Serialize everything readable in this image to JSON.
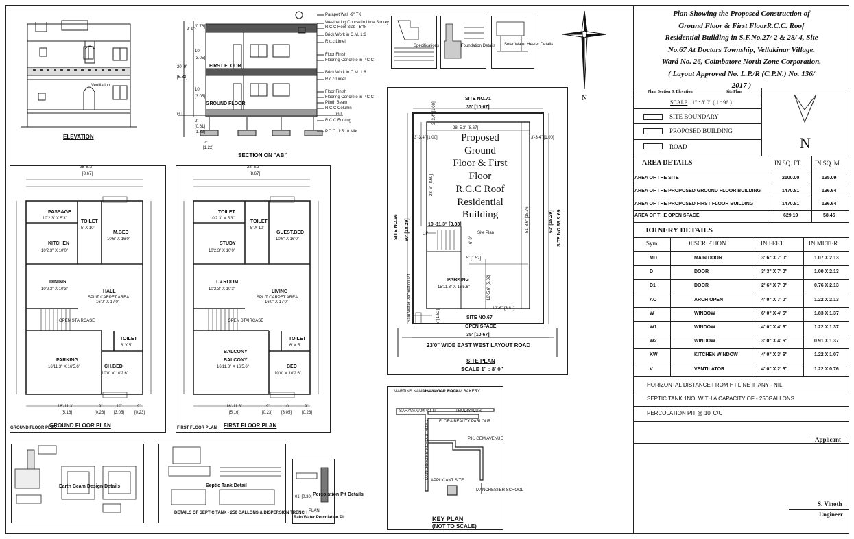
{
  "title": {
    "lines": [
      "Plan Showing the  Proposed Construction  of",
      "Ground Floor & First FloorR.C.C. Roof",
      "Residential Building in  S.F.No.27/ 2 & 28/ 4,   Site",
      "No.67  At Doctors Township,   Vellakinar Village,",
      "Ward No. 26, Coimbatore  North Zone Corporation.",
      "( Layout Approved No. L.P./R (C.P.N.) No. 136/",
      "2017 )"
    ]
  },
  "legend": {
    "header_left": "Plan, Section & Elevation",
    "header_right": "Site Plan",
    "scale": "SCALE",
    "scale_value": "1\" : 8' 0\"   ( 1 : 96 )",
    "items": [
      "SITE BOUNDARY",
      "PROPOSED BUILDING",
      "ROAD"
    ],
    "north": "N"
  },
  "area_details": {
    "title": "AREA DETAILS",
    "col_sqft": "IN SQ. FT.",
    "col_sqm": "IN SQ. M.",
    "rows": [
      {
        "label": "AREA OF THE SITE",
        "sqft": "2100.00",
        "sqm": "195.09"
      },
      {
        "label": "AREA OF THE PROPOSED GROUND FLOOR BUILDING",
        "sqft": "1470.81",
        "sqm": "136.64"
      },
      {
        "label": "AREA OF THE PROPOSED FIRST FLOOR BUILDING",
        "sqft": "1470.81",
        "sqm": "136.64"
      },
      {
        "label": "AREA OF THE OPEN SPACE",
        "sqft": "629.19",
        "sqm": "58.45"
      }
    ]
  },
  "joinery": {
    "title": "JOINERY DETAILS",
    "headers": [
      "Sym.",
      "DESCRIPTION",
      "IN FEET",
      "IN METER"
    ],
    "rows": [
      {
        "sym": "MD",
        "desc": "MAIN DOOR",
        "feet": "3' 6\" X 7' 0\"",
        "meter": "1.07 X 2.13"
      },
      {
        "sym": "D",
        "desc": "DOOR",
        "feet": "3' 3\" X 7' 0\"",
        "meter": "1.00 X 2.13"
      },
      {
        "sym": "D1",
        "desc": "DOOR",
        "feet": "2' 6\" X 7' 0\"",
        "meter": "0.76 X 2.13"
      },
      {
        "sym": "AO",
        "desc": "ARCH OPEN",
        "feet": "4' 0\" X 7' 0\"",
        "meter": "1.22 X 2.13"
      },
      {
        "sym": "W",
        "desc": "WINDOW",
        "feet": "6' 0\" X 4' 6\"",
        "meter": "1.83 X 1.37"
      },
      {
        "sym": "W1",
        "desc": "WINDOW",
        "feet": "4' 0\" X 4' 6\"",
        "meter": "1.22 X 1.37"
      },
      {
        "sym": "W2",
        "desc": "WINDOW",
        "feet": "3' 0\" X 4' 6\"",
        "meter": "0.91 X 1.37"
      },
      {
        "sym": "KW",
        "desc": "KITCHEN WINDOW",
        "feet": "4' 0\" X 3' 6\"",
        "meter": "1.22 X 1.07"
      },
      {
        "sym": "V",
        "desc": "VENTILATOR",
        "feet": "4' 0\" X 2' 6\"",
        "meter": "1.22 X 0.76"
      }
    ]
  },
  "notes": [
    "HORIZONTAL DISTANCE FROM HT.LINE IF ANY  - NIL.",
    "SEPTIC TANK 1NO. WITH A CAPACITY OF - 250GALLONS",
    "PERCOLATION PIT @ 10' C/C"
  ],
  "signatures": {
    "applicant": "Applicant",
    "engineer_name": "S. Vinoth",
    "engineer_role": "Engineer"
  },
  "elevation": {
    "caption": "ELEVATION",
    "label": "Venillation"
  },
  "section": {
    "caption": "SECTION ON \"AB\"",
    "first_floor": "FIRST FLOOR",
    "ground_floor": "GROUND FLOOR",
    "callouts": [
      "Parapet Wall -9\" TK",
      "Weathering Course in Lime Surkey",
      "R.C.C Roof Slab - 5\"tk",
      "Brick Work in C.M. 1:6",
      "R.c.c Lintel",
      "Floor Finish",
      "Flooring Concrete in P.C.C",
      "Brick Work in C.M. 1:6",
      "R.c.c Lintel",
      "Floor Finish",
      "Flooring Concrete in P.C.C",
      "Plinth Beam",
      "R.C.C Column",
      "R.C.C Footing",
      "P.C.C. 1:5:10 Mix"
    ],
    "dims": [
      "2'-9\"",
      "10'",
      "10'",
      "[3.05]",
      "[3.05]",
      "[0.76]",
      "20'-9\"",
      "[6.32]",
      "2'",
      "[0.61]",
      "[1.83]",
      "4'",
      "[1.22]",
      "G.L",
      "G.L"
    ]
  },
  "details": {
    "specifications": "Specifications",
    "foundation": "Foundation Details",
    "solar": "Solar Water Heater Details",
    "earth_beam": "Earth Beam Design Details",
    "septic": "Septic Tank Detail",
    "septic_caption": "DETAILS OF SEPTIC TANK - 250 GALLONS & DISPERSION TRENCH",
    "percolation": "Percolation Pit Details",
    "percolation_caption": "Rain Water Percolation Pit",
    "perc_dim": "01' [0.30]",
    "plan": "PLAN"
  },
  "ground_plan": {
    "caption": "GROUND FLOOR PLAN",
    "subcaption": "GROUND FLOOR PLAN",
    "overall": "28'-5.3\"",
    "overall_m": "[8.67]",
    "rooms": [
      {
        "name": "PASSAGE",
        "size": "10'2.3\" X 5'3\""
      },
      {
        "name": "TOILET",
        "size": "5' X 10'"
      },
      {
        "name": "M.BED",
        "size": "10'6\" X 16'0\""
      },
      {
        "name": "KITCHEN",
        "size": "10'2.3\" X 10'0\""
      },
      {
        "name": "DINING",
        "size": "10'2.3\" X 10'3\""
      },
      {
        "name": "HALL",
        "size": "SPLIT CARPET AREA"
      },
      {
        "name": "",
        "size": "16'0\" X 17'0\""
      },
      {
        "name": "OPEN STAIRCASE",
        "size": ""
      },
      {
        "name": "TOILET",
        "size": "6' X 5'"
      },
      {
        "name": "PARKING",
        "size": "16'11.3\" X 16'5.6\""
      },
      {
        "name": "CH.BED",
        "size": "10'0\" X 10'2.6\""
      }
    ],
    "bottom_dims": [
      "16'-11.3\"",
      "9\"",
      "10'",
      "9\""
    ],
    "bottom_dims_m": [
      "[5.16]",
      "[0.23]",
      "[3.05]",
      "[0.23]"
    ]
  },
  "first_plan": {
    "caption": "FIRST FLOOR PLAN",
    "subcaption": "FIRST FLOOR PLAN",
    "overall": "28'-5.3\"",
    "overall_m": "[8.67]",
    "rooms": [
      {
        "name": "TOILET",
        "size": "10'2.3\" X 5'3\""
      },
      {
        "name": "TOILET",
        "size": "5' X 10'"
      },
      {
        "name": "GUEST.BED",
        "size": "10'6\" X 16'0\""
      },
      {
        "name": "STUDY",
        "size": "10'2.3\" X 10'0\""
      },
      {
        "name": "T.V.ROOM",
        "size": "10'2.3\" X 10'3\""
      },
      {
        "name": "LIVING",
        "size": "SPLIT CARPET AREA"
      },
      {
        "name": "",
        "size": "16'0\" X 17'0\""
      },
      {
        "name": "OPEN STAIRCASE",
        "size": ""
      },
      {
        "name": "TOILET",
        "size": "6' X 5'"
      },
      {
        "name": "BALCONY",
        "size": "BALCONY"
      },
      {
        "name": "",
        "size": "16'11.3\" X 16'5.6\""
      },
      {
        "name": "BED",
        "size": "10'0\" X 10'2.6\""
      }
    ],
    "bottom_dims": [
      "16'-11.3\"",
      "9\"",
      "10'",
      "9\""
    ],
    "bottom_dims_m": [
      "[5.16]",
      "[0.23]",
      "[3.05]",
      "[0.23]"
    ]
  },
  "site_plan": {
    "caption": "SITE PLAN",
    "scale": "SCALE 1\" : 8' 0\"",
    "site_no_top": "SITE NO.71",
    "top_dim": "35' [10.67]",
    "left_site": "SITE NO.66",
    "right_site": "SITE NO.68 & 69",
    "left_dim": "60' [18.29]",
    "right_dim": "60' [18.29]",
    "building_text": [
      "Proposed",
      "Ground",
      "Floor & First",
      "Floor",
      "R.C.C Roof",
      "Residential",
      "Building"
    ],
    "bldg_w": "28'-5.3\" [8.67]",
    "bldg_h": "28'-6\" [8.69]",
    "right_bldg": "51'-8.6\" [15.76]",
    "setback_left": "3'-3.4\" [1.00]",
    "setback_right": "3'-3.4\" [1.00]",
    "setback_top": "3'-3.4\" [1.00]",
    "stair": "10'-11.3\" [3.33]",
    "sp_label": "Site Plan",
    "up": "UP",
    "dim_69": "6'-9\"",
    "dim_5": "5' [1.52]",
    "parking": "PARKING",
    "parking_size": "15'11.3\" X 16'5.6\"",
    "dim_16": "16'-5.6\" [5.02]",
    "dim_12": "12'-6\" [3.81]",
    "site_no": "SITE NO.67",
    "open_space": "OPEN SPACE",
    "bottom_dim": "35' [10.67]",
    "road": "23'0\" WIDE EAST WEST LAYOUT ROAD",
    "perc": "Rain Water Percolation Pit",
    "dim_5b": "5' [1.52]"
  },
  "key_plan": {
    "caption": "KEY  PLAN",
    "sub": "(NOT TO SCALE)",
    "places": [
      "MARTINS NANDHAVANAM",
      "VINAYAGAR KOVIL",
      "RAGAM BAKERY",
      "SARAVANAMPATTI",
      "THUDIYALUR",
      "FLORA BEAUTY PARLOUR",
      "P.K. GEM AVENUE",
      "APPLICANT SITE",
      "MANCHESTER SCHOOL",
      "MANCHESTER SCHOOL ROAD"
    ]
  }
}
